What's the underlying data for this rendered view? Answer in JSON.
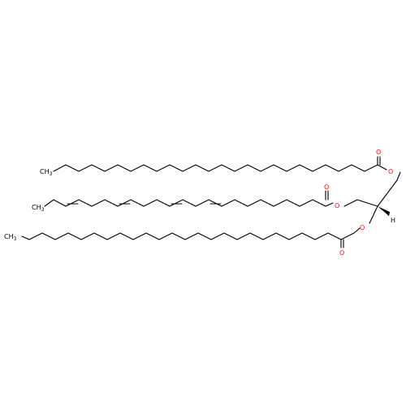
{
  "colors": {
    "bond": "#000000",
    "oxygen": "#ff0d0d",
    "hydrogen": "#000000",
    "carbon_label": "#000000"
  },
  "labels": {
    "ch3_main": "CH",
    "ch3_sub": "3",
    "oxygen": "O",
    "hydrogen": "H"
  }
}
